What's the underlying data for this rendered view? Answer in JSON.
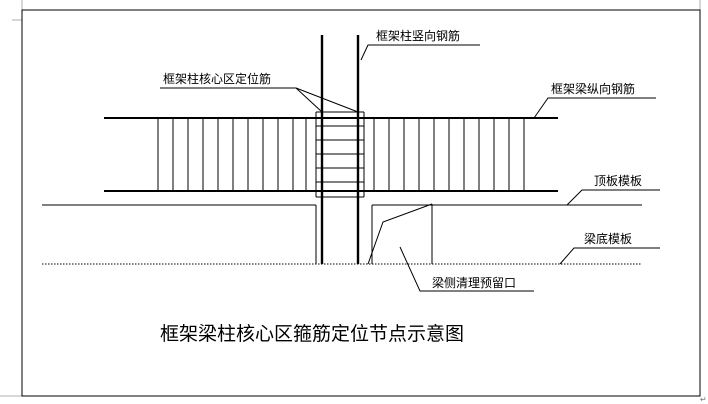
{
  "labels": {
    "column_vertical_rebar": "框架柱竖向钢筋",
    "core_positioning_rebar": "框架柱核心区定位筋",
    "beam_longitudinal_rebar": "框架梁纵向钢筋",
    "top_slab_formwork": "顶板模板",
    "beam_bottom_formwork": "梁底模板",
    "beam_side_cleanout": "梁侧清理预留口"
  },
  "title": "框架梁柱核心区箍筋定位节点示意图",
  "paragraph_mark": "↵"
}
